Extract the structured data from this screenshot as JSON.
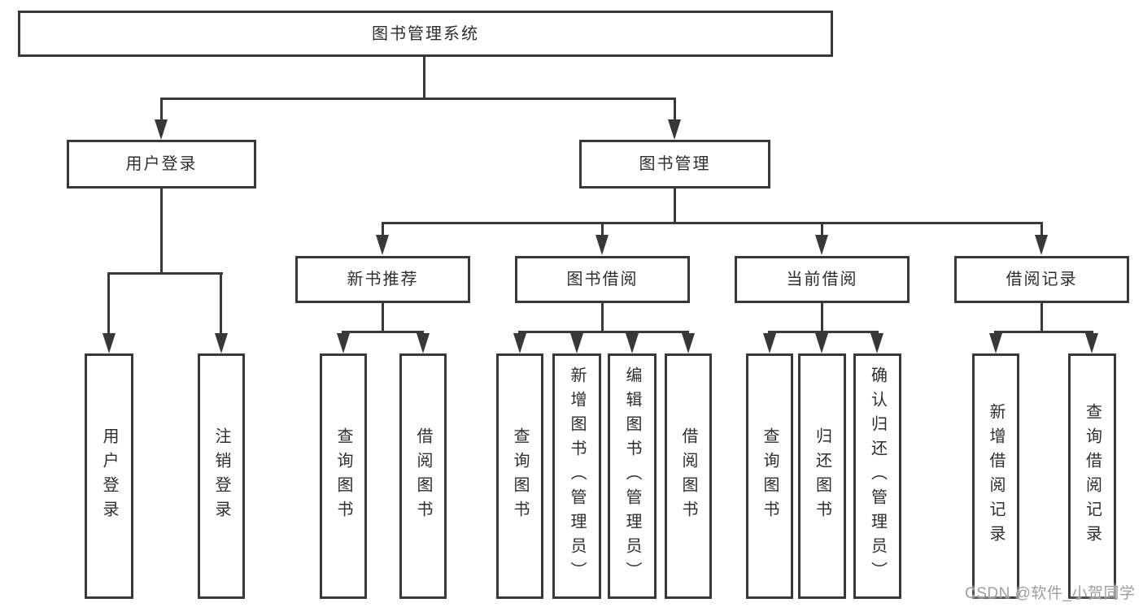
{
  "diagram": {
    "root": {
      "label": "图书管理系统"
    },
    "branches": [
      {
        "label": "用户登录",
        "children": [
          {
            "label": "用户登录"
          },
          {
            "label": "注销登录"
          }
        ]
      },
      {
        "label": "图书管理",
        "children": [
          {
            "label": "新书推荐",
            "children": [
              {
                "label": "查询图书"
              },
              {
                "label": "借阅图书"
              }
            ]
          },
          {
            "label": "图书借阅",
            "children": [
              {
                "label": "查询图书"
              },
              {
                "label": "新增图书（管理员）"
              },
              {
                "label": "编辑图书（管理员）"
              },
              {
                "label": "借阅图书"
              }
            ]
          },
          {
            "label": "当前借阅",
            "children": [
              {
                "label": "查询图书"
              },
              {
                "label": "归还图书"
              },
              {
                "label": "确认归还（管理员）"
              }
            ]
          },
          {
            "label": "借阅记录",
            "children": [
              {
                "label": "新增借阅记录"
              },
              {
                "label": "查询借阅记录"
              }
            ]
          }
        ]
      }
    ]
  },
  "watermark": {
    "text": "CSDN @软件_小贺同学"
  },
  "colors": {
    "line": "#383838",
    "text": "#2e2e2e",
    "watermark": "#9e9e9e",
    "background": "#ffffff"
  }
}
